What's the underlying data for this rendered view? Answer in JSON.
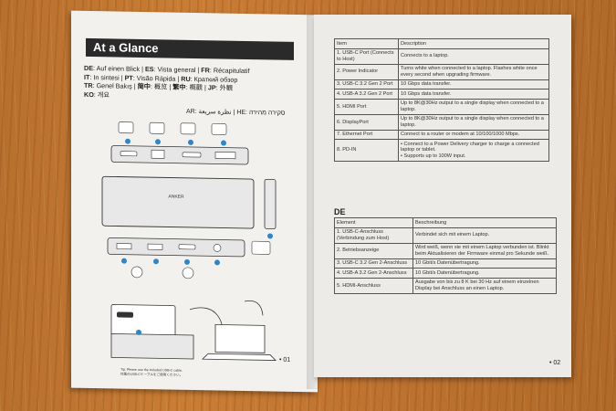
{
  "left": {
    "heading": "At a Glance",
    "langs": [
      [
        {
          "code": "DE",
          "text": " Auf einen Blick  |  "
        },
        {
          "code": "ES",
          "text": " Vista general  |  "
        },
        {
          "code": "FR",
          "text": " Récapitulatif"
        }
      ],
      [
        {
          "code": "IT",
          "text": " In sintesi  |  "
        },
        {
          "code": "PT",
          "text": " Visão Rápida  |  "
        },
        {
          "code": "RU",
          "text": " Краткий обзор"
        }
      ],
      [
        {
          "code": "TR",
          "text": " Genel Bakış  |  "
        },
        {
          "code": "简中",
          "text": " 概览  |  "
        },
        {
          "code": "繁中",
          "text": " 概觀  |  "
        },
        {
          "code": "JP",
          "text": " 外観"
        }
      ],
      [
        {
          "code": "KO",
          "text": " 개요"
        }
      ]
    ],
    "rtl_line": "AR: نظرة سريعة  |  HE: סקירה מהירה",
    "brand": "ANKER",
    "cable_note_1": "Tip: Please use the included USB-C cable.",
    "cable_note_2": "付属のUSB-Cケーブルをご使用ください。",
    "page_number": "• 01"
  },
  "right": {
    "page_number": "• 02",
    "section_heading": "DE",
    "en_table": {
      "headers": [
        "Item",
        "Description"
      ],
      "rows": [
        [
          "1. USB-C Port (Connects to Host)",
          "Connects to a laptop."
        ],
        [
          "2. Power Indicator",
          "Turns white when connected to a laptop. Flashes white once every second when upgrading firmware."
        ],
        [
          "3. USB-C 3.2 Gen 2 Port",
          "10 Gbps data transfer."
        ],
        [
          "4. USB-A 3.2 Gen 2 Port",
          "10 Gbps data transfer."
        ],
        [
          "5. HDMI Port",
          "Up to 8K@30Hz output to a single display when connected to a laptop."
        ],
        [
          "6. DisplayPort",
          "Up to 8K@30Hz output to a single display when connected to a laptop."
        ],
        [
          "7. Ethernet Port",
          "Connect to a router or modem at 10/100/1000 Mbps."
        ],
        [
          "8. PD-IN",
          "• Connect to a Power Delivery charger to charge a connected laptop or tablet.\n• Supports up to 100W input."
        ]
      ]
    },
    "de_table": {
      "headers": [
        "Element",
        "Beschreibung"
      ],
      "rows": [
        [
          "1. USB-C-Anschluss (Verbindung zum Host)",
          "Verbindet sich mit einem Laptop."
        ],
        [
          "2. Betriebsanzeige",
          "Wird weiß, wenn sie mit einem Laptop verbunden ist. Blinkt beim Aktualisieren der Firmware einmal pro Sekunde weiß."
        ],
        [
          "3. USB-C 3.2 Gen 2-Anschluss",
          "10 Gbit/s Datenübertragung."
        ],
        [
          "4. USB-A 3.2 Gen 2-Anschluss",
          "10 Gbit/s Datenübertragung."
        ],
        [
          "5. HDMI-Anschluss",
          "Ausgabe von bis zu 8 K bei 30 Hz auf einem einzelnen Display bei Anschluss an einen Laptop."
        ]
      ]
    }
  },
  "colors": {
    "accent": "#2e86c9",
    "banner": "#2a2a2a",
    "paper": "#f2f1ee",
    "wood": "#c17832"
  }
}
